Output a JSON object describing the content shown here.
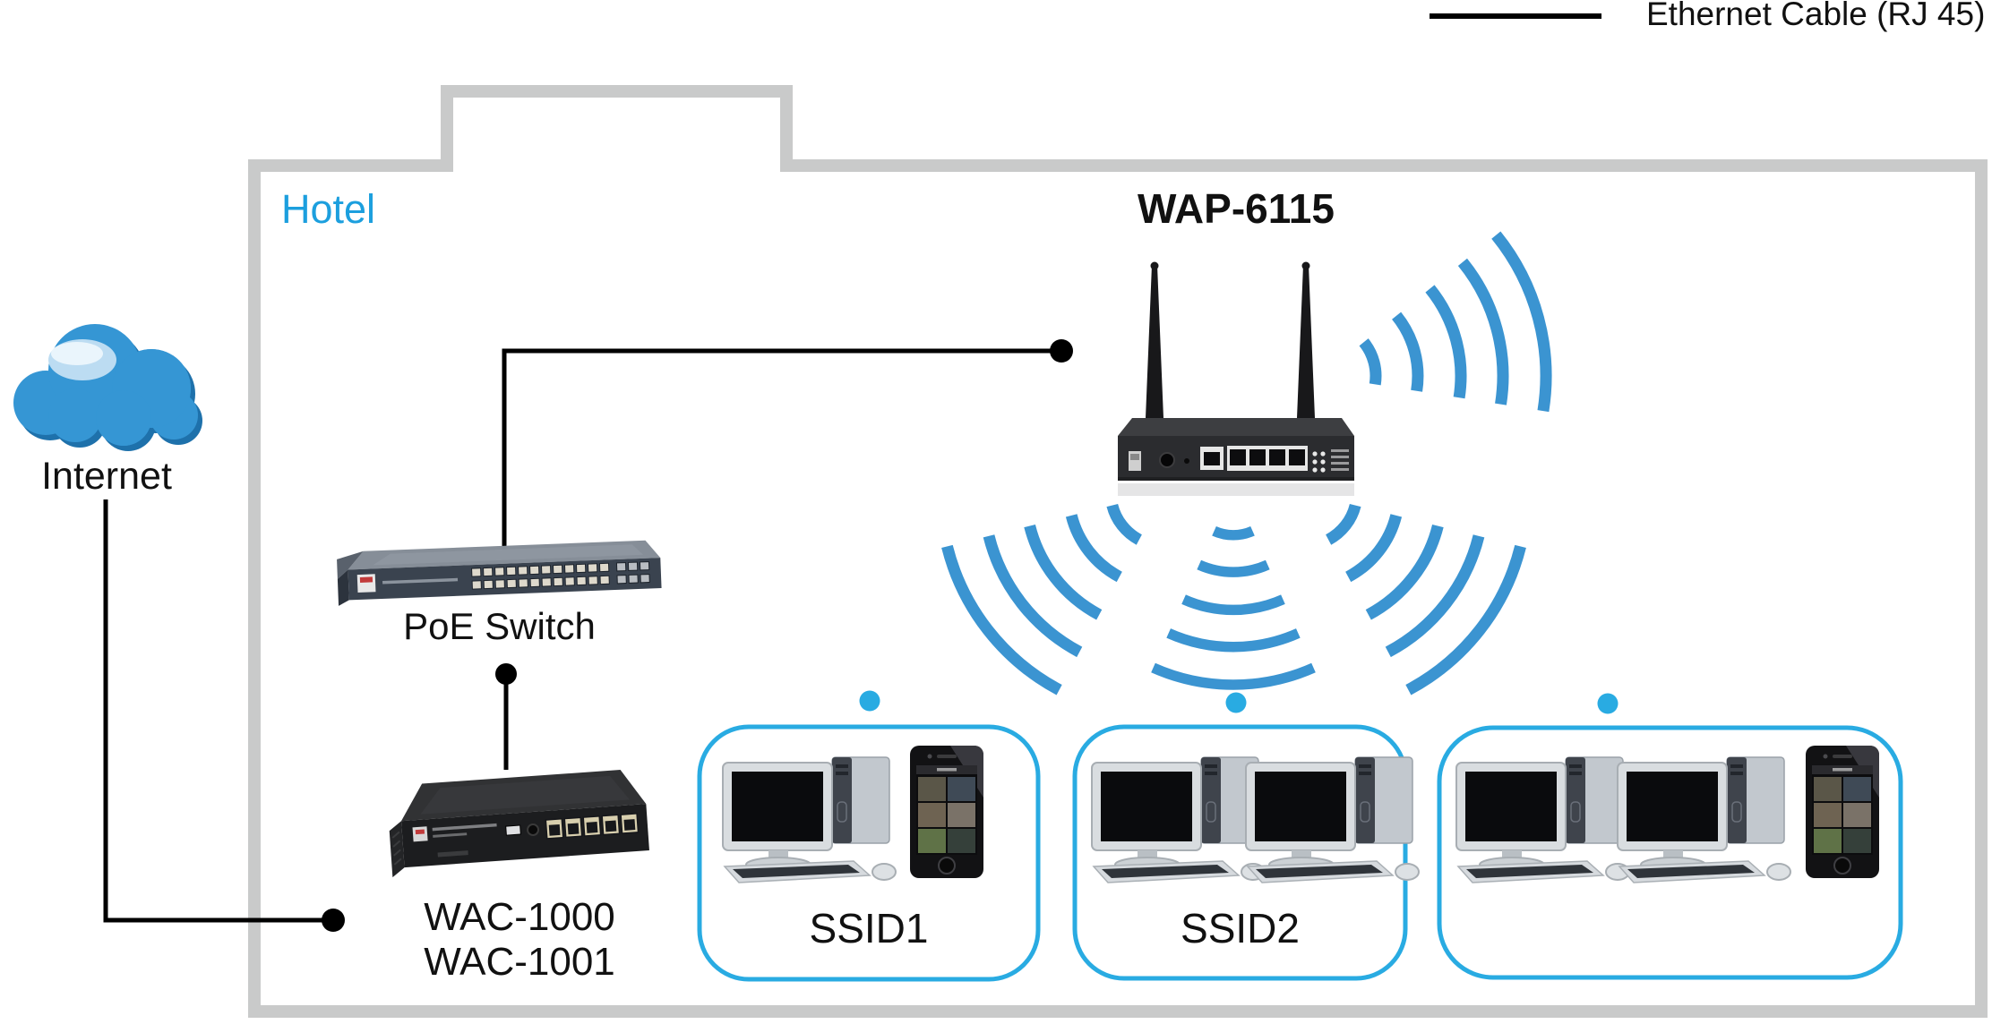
{
  "legend": {
    "ethernet_label": "Ethernet Cable (RJ 45)"
  },
  "hotel": {
    "name": "Hotel"
  },
  "internet": {
    "name": "Internet"
  },
  "devices": {
    "access_point": {
      "model": "WAP-6115"
    },
    "poe_switch": {
      "name": "PoE Switch"
    },
    "wireless_controller": {
      "model_1": "WAC-1000",
      "model_2": "WAC-1001"
    }
  },
  "ssid_groups": [
    {
      "label": "SSID1",
      "clients": [
        "desktop-computer",
        "smartphone"
      ]
    },
    {
      "label": "SSID2",
      "clients": [
        "desktop-computer",
        "desktop-computer"
      ]
    },
    {
      "label": "",
      "clients": [
        "desktop-computer",
        "desktop-computer",
        "smartphone"
      ]
    }
  ],
  "colors": {
    "accent_blue": "#29abe2",
    "wifi_blue": "#3b94d1",
    "cloud_blue": "#3596d4",
    "cloud_shadow_blue": "#1e71ab",
    "hotel_border_gray": "#c9caca",
    "cable_black": "#000000"
  }
}
